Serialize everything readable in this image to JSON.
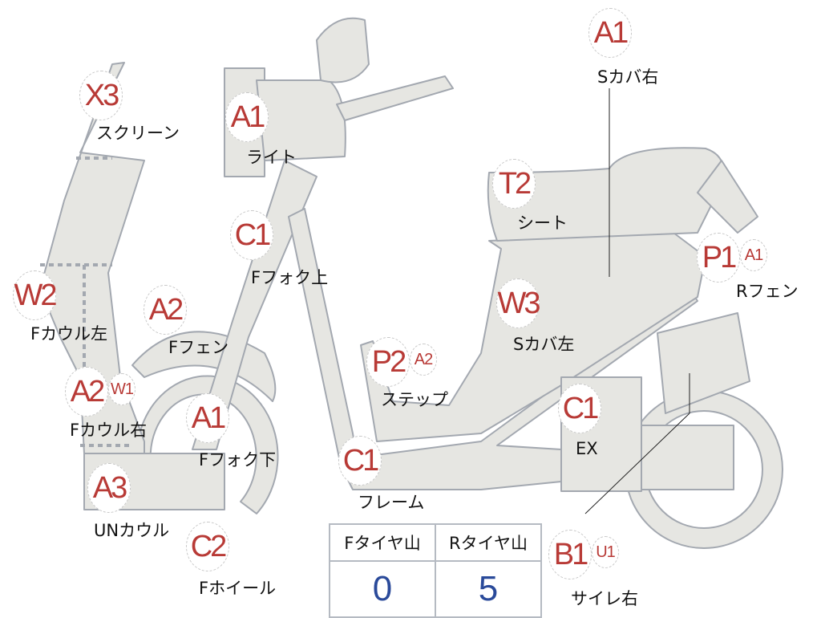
{
  "colors": {
    "body": "#e6e6e2",
    "outline": "#a3a8b0",
    "grade": "#b83a36",
    "value": "#2a4a9a"
  },
  "parts": [
    {
      "grade": "X3",
      "label": "スクリーン"
    },
    {
      "grade": "A1",
      "label": "ライト"
    },
    {
      "grade": "C1",
      "label": "Fフォク上"
    },
    {
      "grade": "A2",
      "label": "Fフェン"
    },
    {
      "grade": "W2",
      "label": "Fカウル左"
    },
    {
      "grade": "A2",
      "sub": "W1",
      "label": "Fカウル右"
    },
    {
      "grade": "A1",
      "label": "Fフォク下"
    },
    {
      "grade": "A3",
      "label": "UNカウル"
    },
    {
      "grade": "C2",
      "label": "Fホイール"
    },
    {
      "grade": "C1",
      "label": "フレーム"
    },
    {
      "grade": "P2",
      "sub": "A2",
      "label": "ステップ"
    },
    {
      "grade": "W3",
      "label": "Sカバ左"
    },
    {
      "grade": "T2",
      "label": "シート"
    },
    {
      "grade": "A1",
      "label": "Sカバ右"
    },
    {
      "grade": "P1",
      "sub": "A1",
      "label": "Rフェン"
    },
    {
      "grade": "C1",
      "label": "EX"
    },
    {
      "grade": "B1",
      "sub": "U1",
      "label": "サイレ右"
    }
  ],
  "tires": {
    "front_label": "Fタイヤ山",
    "rear_label": "Rタイヤ山",
    "front_value": "0",
    "rear_value": "5"
  }
}
